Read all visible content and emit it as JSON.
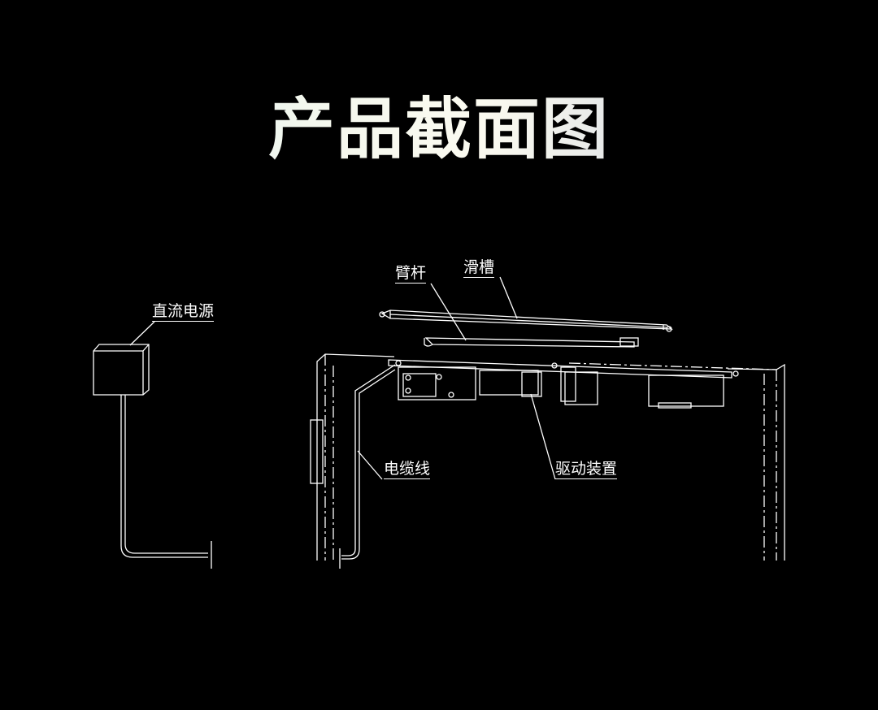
{
  "title": "产品截面图",
  "labels": {
    "power": "直流电源",
    "arm": "臂杆",
    "slide": "滑槽",
    "cable": "电缆线",
    "drive": "驱动装置"
  },
  "colors": {
    "background": "#000000",
    "line": "#ffffff"
  }
}
